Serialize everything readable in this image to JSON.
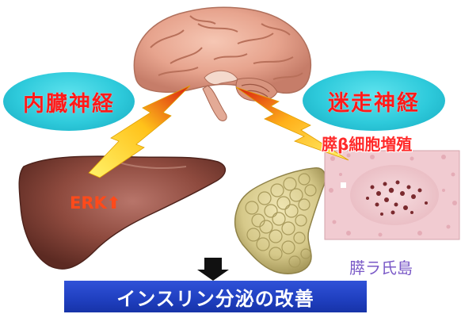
{
  "labels": {
    "visceral_nerve": "内臓神経",
    "vagus_nerve": "迷走神経",
    "beta_cell_proliferation": "膵β細胞増殖",
    "erk": "ERK⬆",
    "pancreatic_islet": "膵ラ氏島",
    "outcome": "インスリン分泌の改善"
  },
  "colors": {
    "oval_fill": "#2ecadb",
    "label_red": "#ff1a1a",
    "banner_blue": "#1f3fbf",
    "arrow_yellow": "#ffe84a",
    "arrow_red": "#d81c10"
  },
  "icons": [
    "brain-illustration",
    "liver-illustration",
    "pancreas-illustration",
    "islet-micrograph",
    "down-arrow-icon"
  ]
}
